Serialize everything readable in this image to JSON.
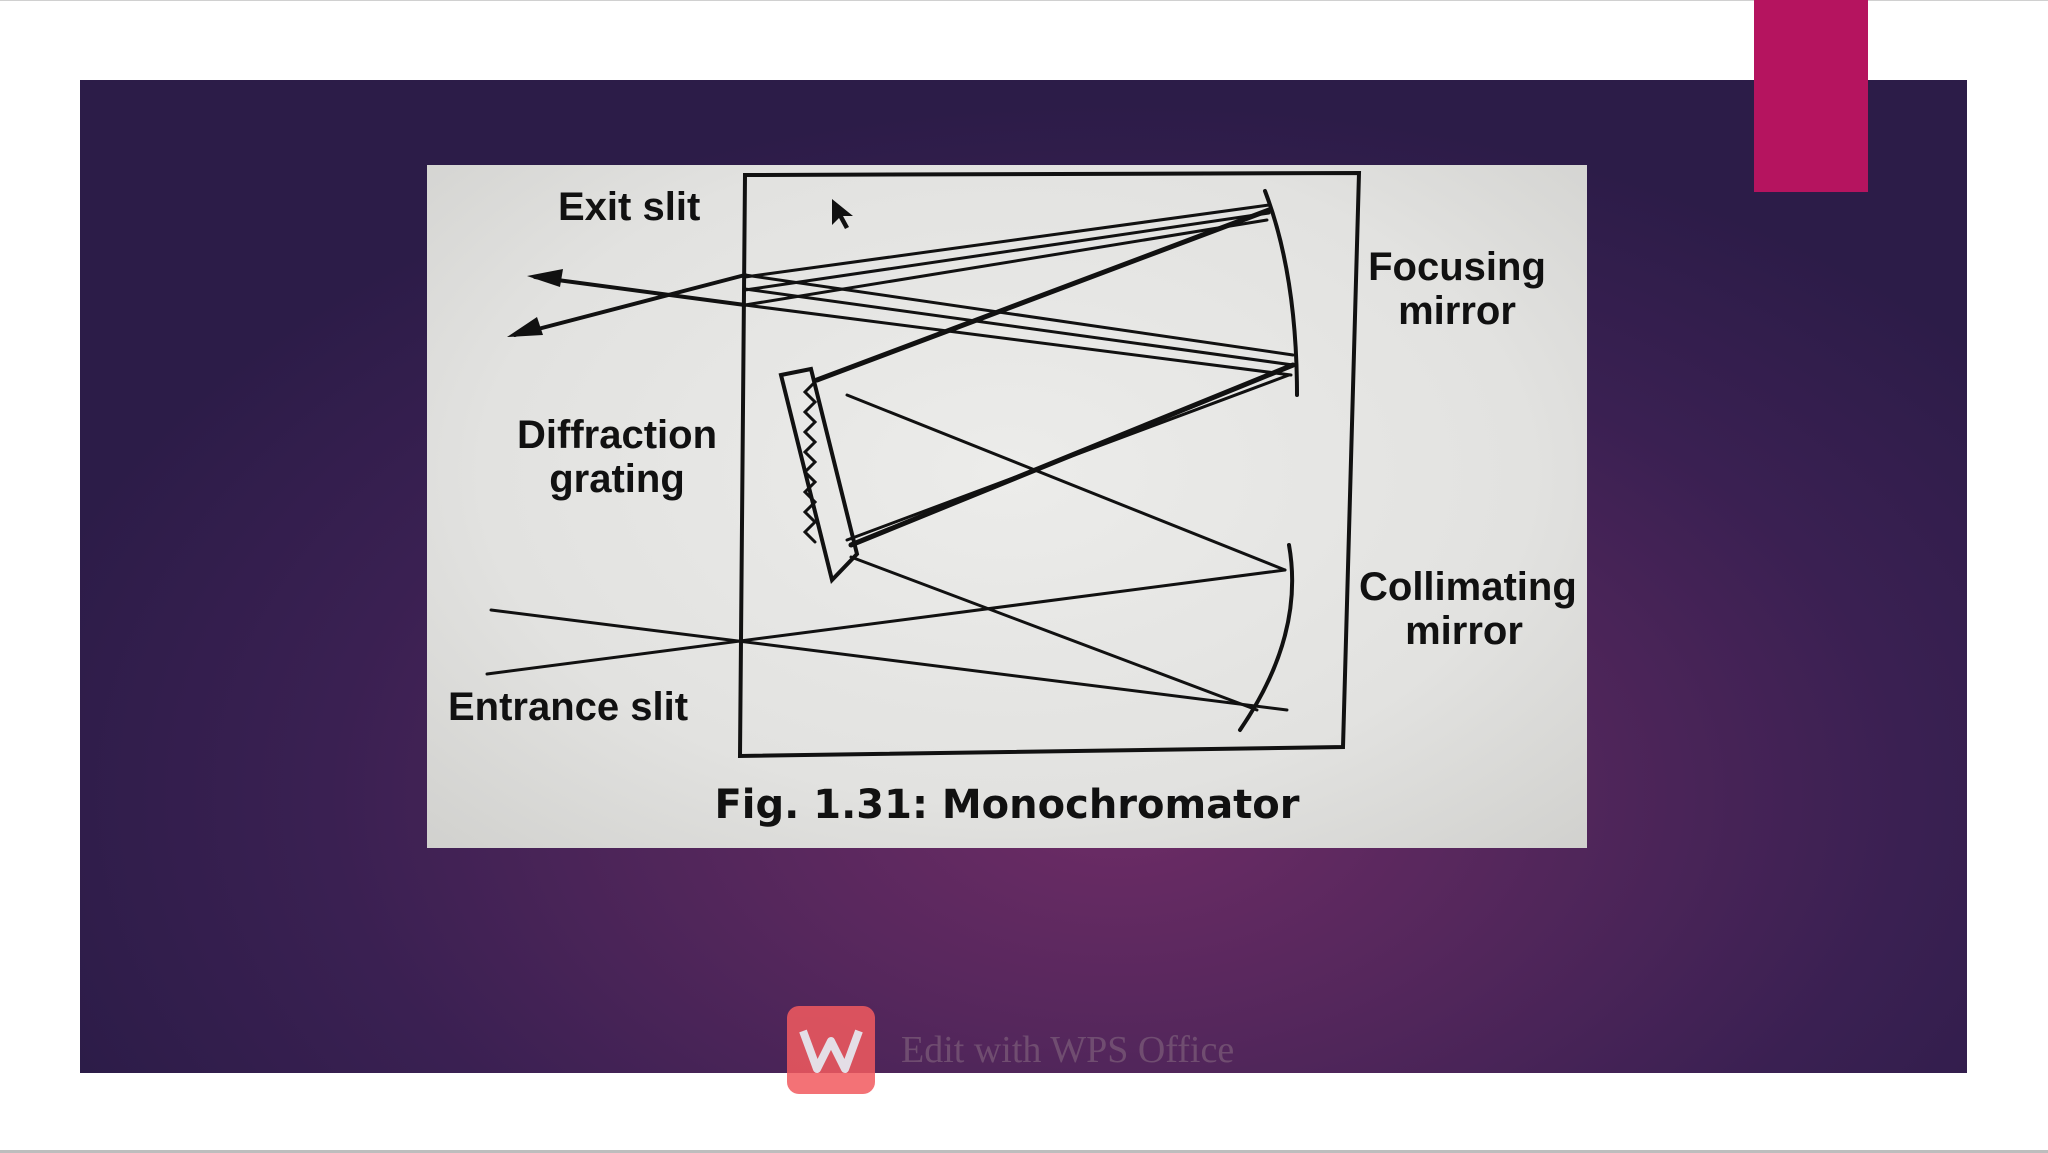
{
  "figure": {
    "labels": {
      "exit_slit": "Exit slit",
      "focusing_mirror_line1": "Focusing",
      "focusing_mirror_line2": "mirror",
      "diffraction_line1": "Diffraction",
      "diffraction_line2": "grating",
      "collimating_line1": "Collimating",
      "collimating_line2": "mirror",
      "entrance_slit": "Entrance slit"
    },
    "caption": "Fig. 1.31: Monochromator"
  },
  "watermark": {
    "text": "Edit with WPS Office",
    "logo_icon": "wps-w-icon"
  },
  "colors": {
    "slide_background": "#3a2052",
    "accent": "#b5145f",
    "figure_paper": "#e4e4e2",
    "ink": "#111111"
  }
}
